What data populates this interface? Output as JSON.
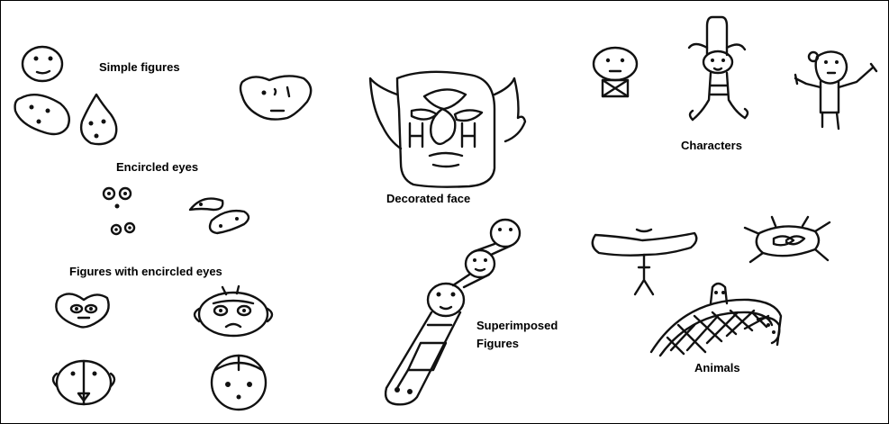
{
  "labels": {
    "simple_figures": "Simple figures",
    "encircled_eyes": "Encircled eyes",
    "figures_with_encircled_eyes": "Figures with encircled eyes",
    "decorated_face": "Decorated face",
    "superimposed_line1": "Superimposed",
    "superimposed_line2": "Figures",
    "characters": "Characters",
    "animals": "Animals"
  },
  "colors": {
    "ink": "#111111",
    "background": "#ffffff"
  }
}
